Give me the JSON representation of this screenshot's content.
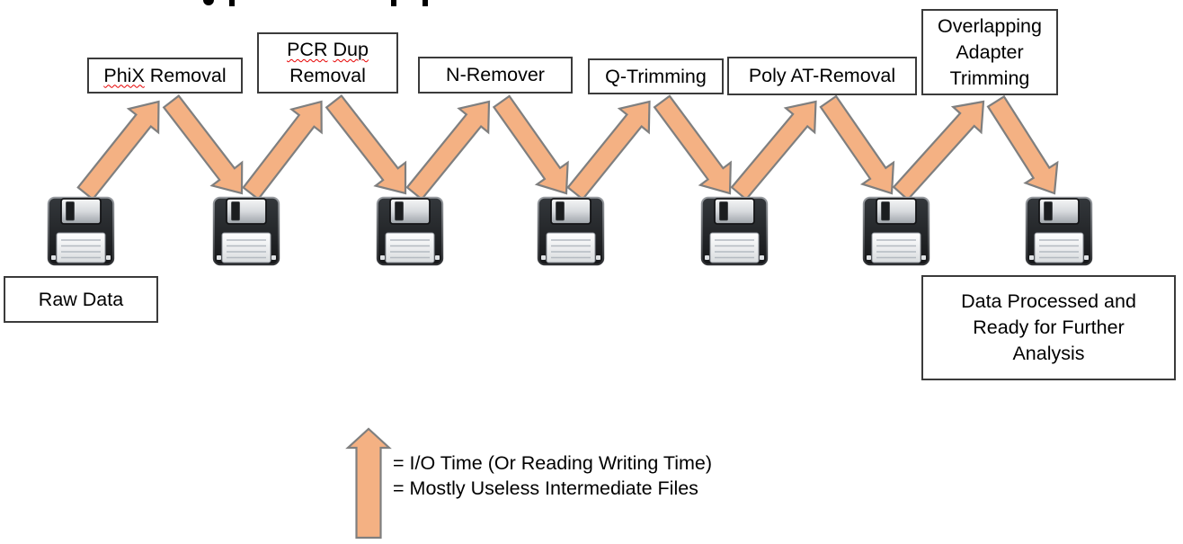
{
  "colors": {
    "background": "#FFFFFF",
    "arrow_fill": "#F4B183",
    "arrow_stroke": "#7F7F7F",
    "box_border": "#3B3B3B",
    "spellcheck_underline": "#E60000",
    "floppy_body": "#212427",
    "floppy_shutter": "#C9CDD2",
    "floppy_label": "#F1F3F5"
  },
  "stages": {
    "boxes": [
      {
        "label": "PhiX Removal",
        "misspelled_words": [
          "PhiX"
        ]
      },
      {
        "label": "PCR Dup\nRemoval",
        "misspelled_words": [
          "PCR",
          "Dup"
        ]
      },
      {
        "label": "N-Remover",
        "misspelled_words": []
      },
      {
        "label": "Q-Trimming",
        "misspelled_words": []
      },
      {
        "label": "Poly AT-Removal",
        "misspelled_words": []
      },
      {
        "label": "Overlapping\nAdapter\nTrimming",
        "misspelled_words": []
      }
    ]
  },
  "endpoints": {
    "start_label": "Raw Data",
    "end_label": "Data Processed and Ready for Further Analysis"
  },
  "storage": {
    "floppy_icon": "floppy-disk-icon",
    "floppy_count": 7
  },
  "legend": {
    "arrow_icon": "up-arrow-icon",
    "lines": [
      "= I/O Time (Or Reading Writing Time)",
      "= Mostly Useless Intermediate Files"
    ]
  }
}
